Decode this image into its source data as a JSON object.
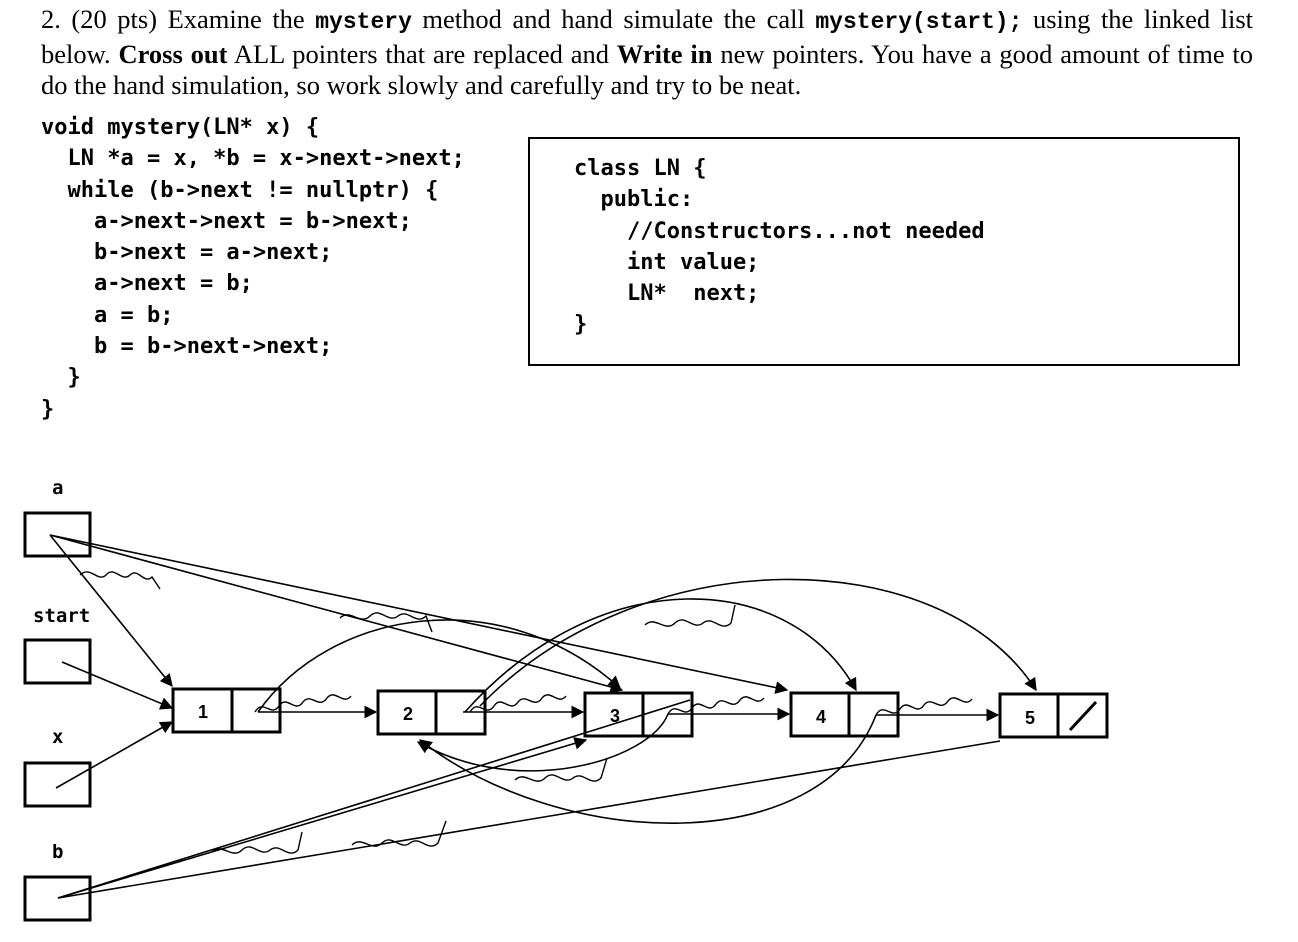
{
  "question": {
    "number": "2.",
    "points": "(20 pts)",
    "part1": "Examine the",
    "method_name": "mystery",
    "part2": "method and hand simulate the call",
    "call": "mystery(start);",
    "part3": "using the linked list below.",
    "cross_out": "Cross out",
    "part4": "ALL pointers that are replaced and",
    "write_in": "Write in",
    "part5": "new pointers. You have a good amount of time to do the hand simulation, so work slowly and carefully and try to be neat."
  },
  "code_left": [
    "void mystery(LN* x) {",
    "  LN *a = x, *b = x->next->next;",
    "  while (b->next != nullptr) {",
    "    a->next->next = b->next;",
    "    b->next = a->next;",
    "    a->next = b;",
    "    a = b;",
    "    b = b->next->next;",
    "  }",
    "}"
  ],
  "code_right": [
    "class LN {",
    "  public:",
    "    //Constructors...not needed",
    "    int value;",
    "    LN*  next;",
    "}"
  ],
  "diagram": {
    "variables": [
      {
        "name": "a"
      },
      {
        "name": "start"
      },
      {
        "name": "x"
      },
      {
        "name": "b"
      }
    ],
    "nodes": [
      {
        "value": "1"
      },
      {
        "value": "2"
      },
      {
        "value": "3"
      },
      {
        "value": "4"
      },
      {
        "value": "5"
      }
    ]
  }
}
